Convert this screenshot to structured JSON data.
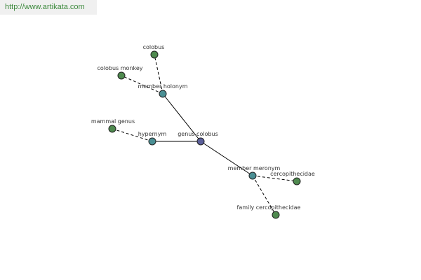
{
  "watermark": {
    "text": "http://www.artikata.com"
  },
  "colors": {
    "center_node": "#5b5f9a",
    "relation_node": "#4a8f94",
    "leaf_node": "#4f8a4f",
    "edge": "#000000",
    "label": "#333333"
  },
  "graph": {
    "nodes": [
      {
        "id": "genus-colobus",
        "label": "genus colobus",
        "kind": "center"
      },
      {
        "id": "member-holonym",
        "label": "member holonym",
        "kind": "relation"
      },
      {
        "id": "hypernym",
        "label": "hypernym",
        "kind": "relation"
      },
      {
        "id": "member-meronym",
        "label": "member meronym",
        "kind": "relation"
      },
      {
        "id": "colobus",
        "label": "colobus",
        "kind": "leaf"
      },
      {
        "id": "colobus-monkey",
        "label": "colobus monkey",
        "kind": "leaf"
      },
      {
        "id": "mammal-genus",
        "label": "mammal genus",
        "kind": "leaf"
      },
      {
        "id": "cercopithecidae",
        "label": "cercopithecidae",
        "kind": "leaf"
      },
      {
        "id": "family-cercopithecidae",
        "label": "family cercopithecidae",
        "kind": "leaf"
      }
    ],
    "edges": [
      {
        "from": "genus-colobus",
        "to": "member-holonym",
        "style": "solid"
      },
      {
        "from": "genus-colobus",
        "to": "hypernym",
        "style": "solid"
      },
      {
        "from": "genus-colobus",
        "to": "member-meronym",
        "style": "solid"
      },
      {
        "from": "member-holonym",
        "to": "colobus",
        "style": "dashed"
      },
      {
        "from": "member-holonym",
        "to": "colobus-monkey",
        "style": "dashed"
      },
      {
        "from": "hypernym",
        "to": "mammal-genus",
        "style": "dashed"
      },
      {
        "from": "member-meronym",
        "to": "cercopithecidae",
        "style": "dashed"
      },
      {
        "from": "member-meronym",
        "to": "family-cercopithecidae",
        "style": "dashed"
      }
    ]
  }
}
